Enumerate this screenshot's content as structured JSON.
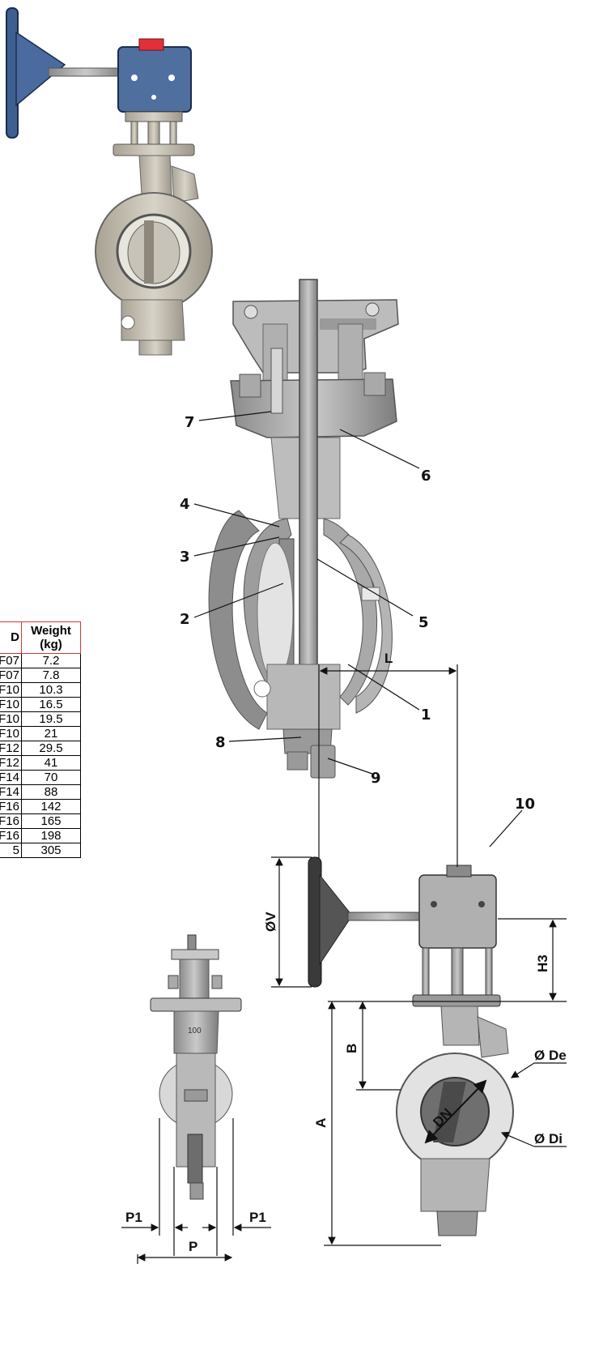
{
  "table": {
    "col_partial_header": "D",
    "weight_header_line1": "Weight",
    "weight_header_line2": "(kg)",
    "rows": [
      {
        "partial": "F07",
        "weight": "7.2"
      },
      {
        "partial": "F07",
        "weight": "7.8"
      },
      {
        "partial": "F10",
        "weight": "10.3"
      },
      {
        "partial": "F10",
        "weight": "16.5"
      },
      {
        "partial": "F10",
        "weight": "19.5"
      },
      {
        "partial": "F10",
        "weight": "21"
      },
      {
        "partial": "F12",
        "weight": "29.5"
      },
      {
        "partial": "F12",
        "weight": "41"
      },
      {
        "partial": "F14",
        "weight": "70"
      },
      {
        "partial": "F14",
        "weight": "88"
      },
      {
        "partial": "F16",
        "weight": "142"
      },
      {
        "partial": "F16",
        "weight": "165"
      },
      {
        "partial": "F16",
        "weight": "198"
      },
      {
        "partial": "5",
        "weight": "305"
      }
    ]
  },
  "callouts": {
    "n1": "1",
    "n2": "2",
    "n3": "3",
    "n4": "4",
    "n5": "5",
    "n6": "6",
    "n7": "7",
    "n8": "8",
    "n9": "9",
    "n10": "10"
  },
  "dimensions": {
    "L": "L",
    "V": "ØV",
    "H3": "H3",
    "B": "B",
    "A": "A",
    "De": "Ø De",
    "Di": "Ø Di",
    "DN": "DN",
    "P1_left": "P1",
    "P1_right": "P1",
    "P": "P"
  },
  "stamp": {
    "text": "100"
  },
  "colors": {
    "handwheel": "#3f5f91",
    "gearbox": "#4f6f9f",
    "red_cap": "#e0303a",
    "metal": "#c9c3b6"
  }
}
